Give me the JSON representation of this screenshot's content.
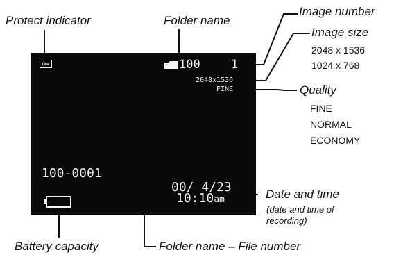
{
  "labels": {
    "protect_indicator": "Protect indicator",
    "folder_name": "Folder name",
    "image_number": "Image number",
    "image_size": "Image size",
    "quality": "Quality",
    "date_and_time": "Date and time",
    "date_and_time_note_1": "(date and time of",
    "date_and_time_note_2": "recording)",
    "battery_capacity": "Battery capacity",
    "folder_file_number": "Folder name – File number"
  },
  "image_size_options": [
    "2048 x 1536",
    "1024 x 768"
  ],
  "quality_options": [
    "FINE",
    "NORMAL",
    "ECONOMY"
  ],
  "display": {
    "folder_number": "100",
    "image_number": "1",
    "image_size": "2048x1536",
    "quality": "FINE",
    "file_number": "100-0001",
    "date": "00/ 4/23",
    "time": "10:10",
    "ampm": "am"
  },
  "colors": {
    "screen": "#080808",
    "osd_text": "#f2f2f2",
    "ink": "#111111"
  },
  "icons": [
    "key-icon",
    "folder-icon",
    "battery-icon"
  ]
}
